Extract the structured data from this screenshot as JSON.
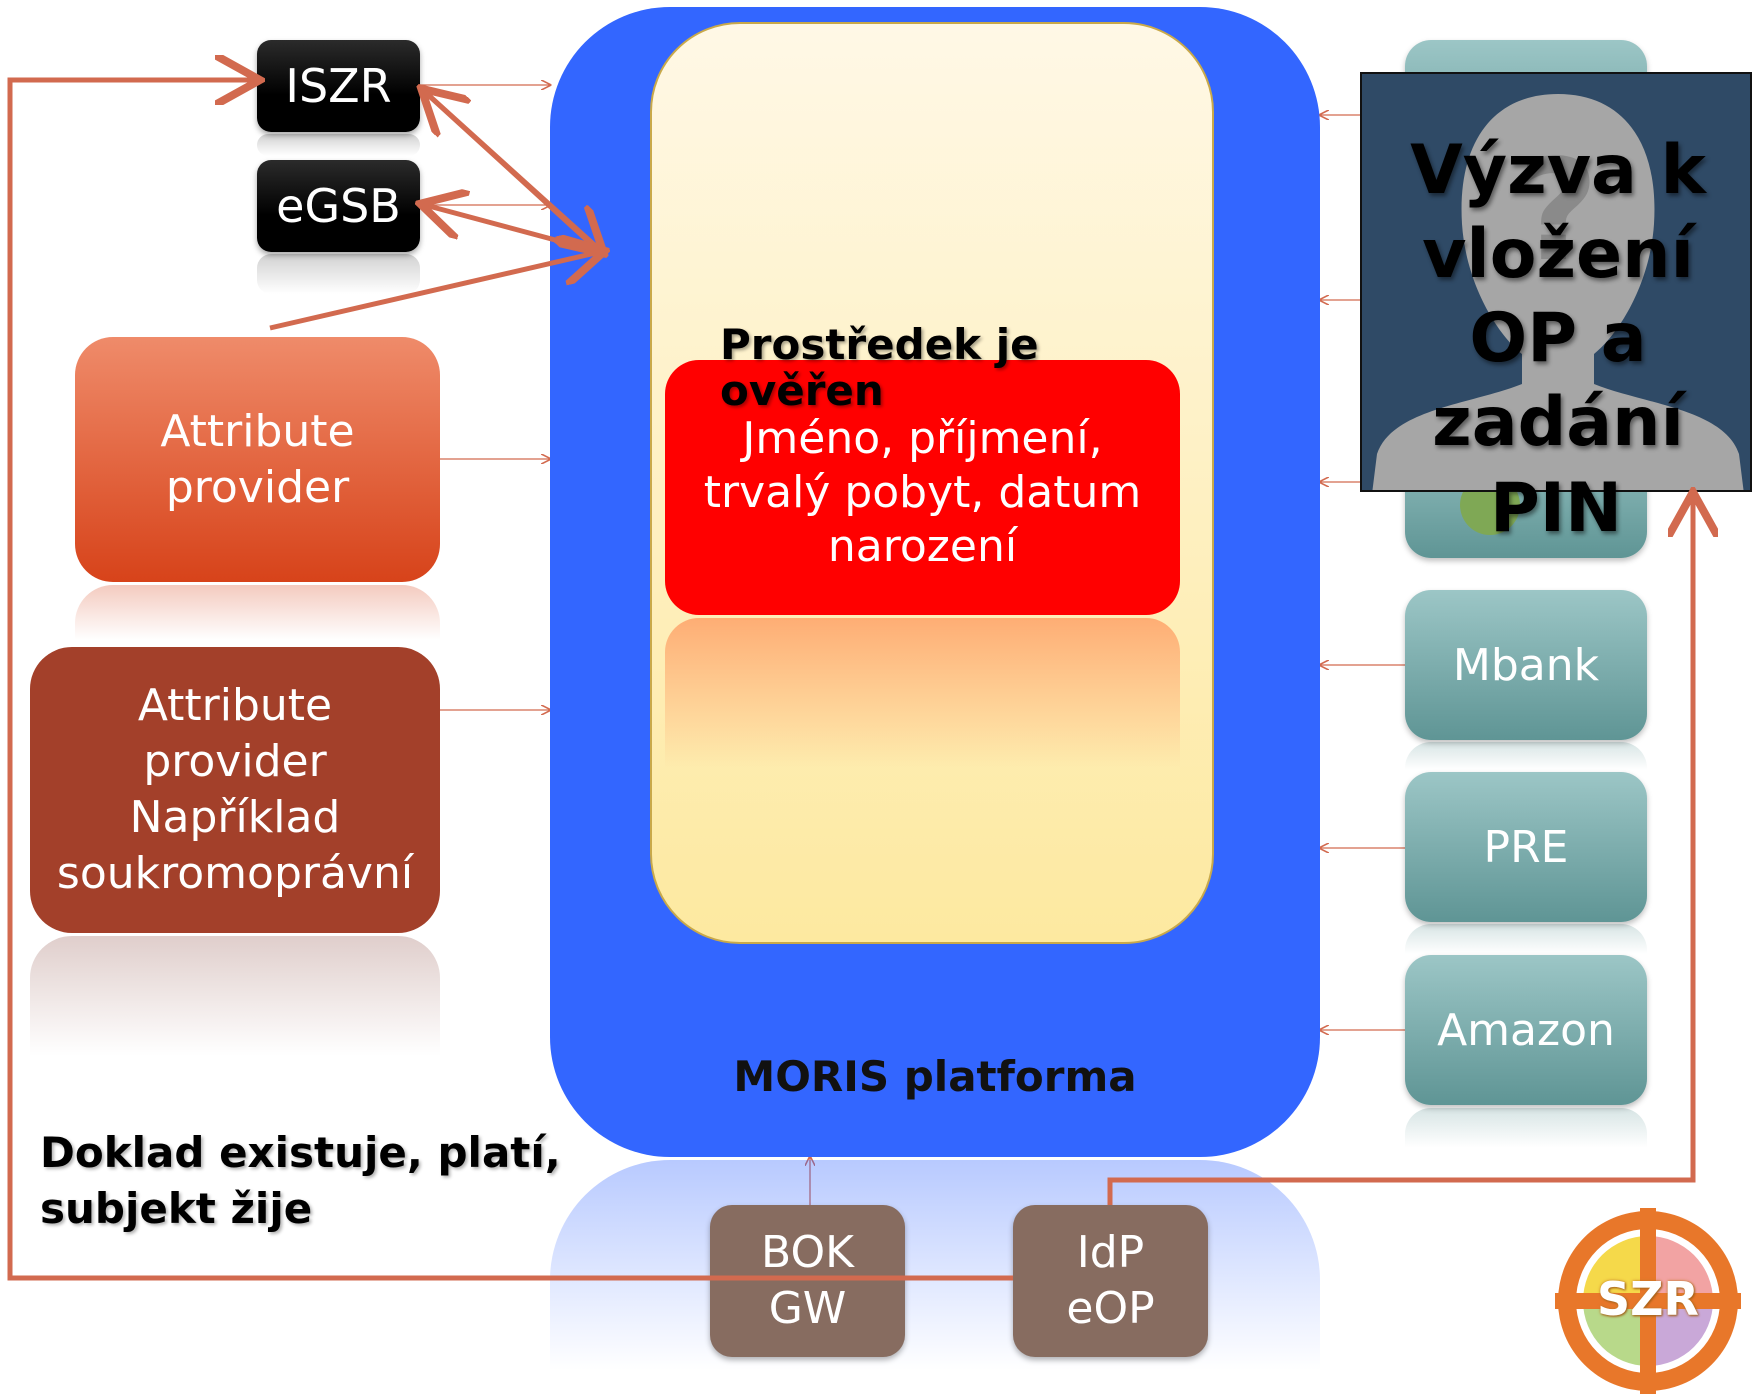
{
  "colors": {
    "platform_blue": "#3366ff",
    "red_box": "#ff0000",
    "connector": "#d26a4f",
    "attr_provider_orange": "#e0532b",
    "attr_provider_brown": "#a3402a",
    "teal": "#7fb0b0",
    "gateway_brown": "#876c60"
  },
  "top_left": {
    "iszr": "ISZR",
    "egsb": "eGSB"
  },
  "attribute_providers": [
    {
      "lines": [
        "Attribute",
        "provider"
      ]
    },
    {
      "lines": [
        "Attribute",
        "provider",
        "Například",
        "soukromoprávní"
      ]
    }
  ],
  "platform": {
    "title": "MORIS platforma",
    "verified_label": "Prostředek je ověřen",
    "attributes_lines": [
      "Jméno, příjmení,",
      "trvalý pobyt, datum",
      "narození"
    ]
  },
  "service_providers": [
    "Mbank",
    "PRE",
    "Amazon"
  ],
  "challenge": {
    "lines": [
      "Výzva k",
      "vložení",
      "OP a",
      "zadání",
      "PIN"
    ],
    "icon": "person-silhouette-question-icon"
  },
  "bottom": {
    "status_text": "Doklad existuje, platí, subjekt žije",
    "bok_lines": [
      "BOK",
      "GW"
    ],
    "idp_lines": [
      "IdP",
      "eOP"
    ]
  },
  "logo": {
    "text": "SZR",
    "icon": "szr-logo-icon"
  }
}
